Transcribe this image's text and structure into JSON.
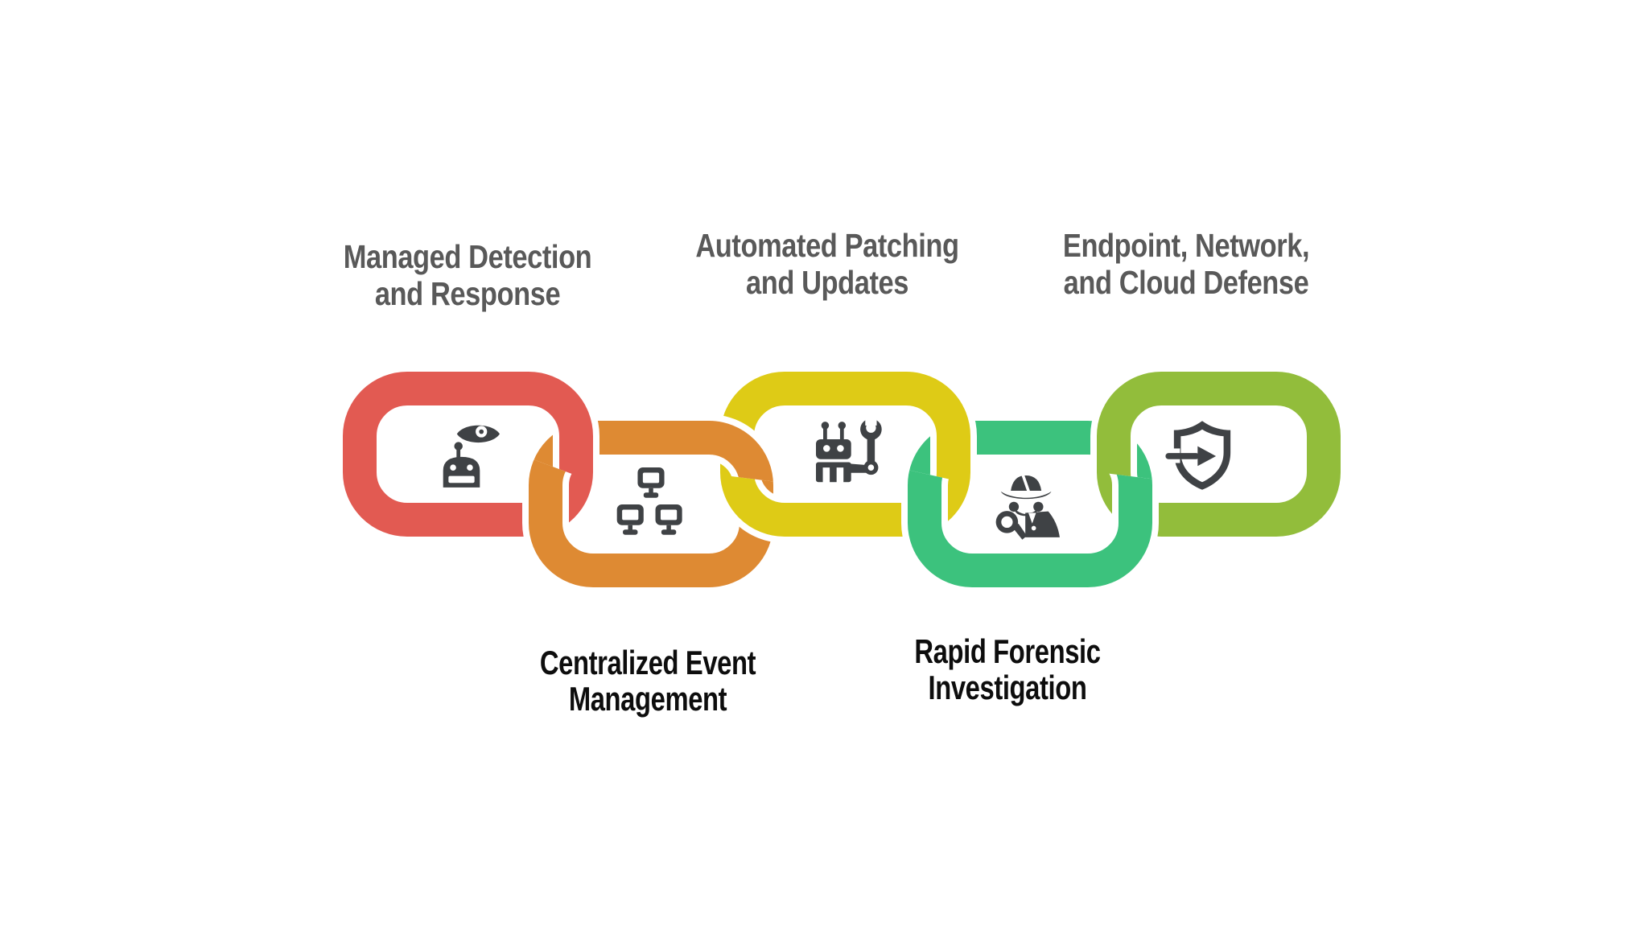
{
  "page": {
    "background_color": "#ffffff",
    "outline_color": "#ffffff"
  },
  "chain": {
    "icon_color": "#3f4245",
    "top_label_color": "#595959",
    "bottom_label_color": "#0d0d0d",
    "links": [
      {
        "id": "managed-detection-and-response",
        "label": "Managed Detection and Response",
        "label_lines": [
          "Managed Detection",
          "and Response"
        ],
        "label_position": "top",
        "color": "#e25a52",
        "icon": "robot-eye-icon"
      },
      {
        "id": "centralized-event-management",
        "label": "Centralized Event Management",
        "label_lines": [
          "Centralized Event",
          "Management"
        ],
        "label_position": "bottom",
        "color": "#de8a33",
        "icon": "network-monitors-icon"
      },
      {
        "id": "automated-patching-and-updates",
        "label": "Automated Patching and Updates",
        "label_lines": [
          "Automated Patching",
          "and Updates"
        ],
        "label_position": "top",
        "color": "#decb16",
        "icon": "robot-wrench-icon"
      },
      {
        "id": "rapid-forensic-investigation",
        "label": "Rapid Forensic Investigation",
        "label_lines": [
          "Rapid Forensic",
          "Investigation"
        ],
        "label_position": "bottom",
        "color": "#3cc27d",
        "icon": "detective-magnifier-icon"
      },
      {
        "id": "endpoint-network-and-cloud-defense",
        "label": "Endpoint, Network, and Cloud Defense",
        "label_lines": [
          "Endpoint, Network,",
          "and Cloud Defense"
        ],
        "label_position": "top",
        "color": "#92bd3b",
        "icon": "shield-arrow-icon"
      }
    ]
  }
}
